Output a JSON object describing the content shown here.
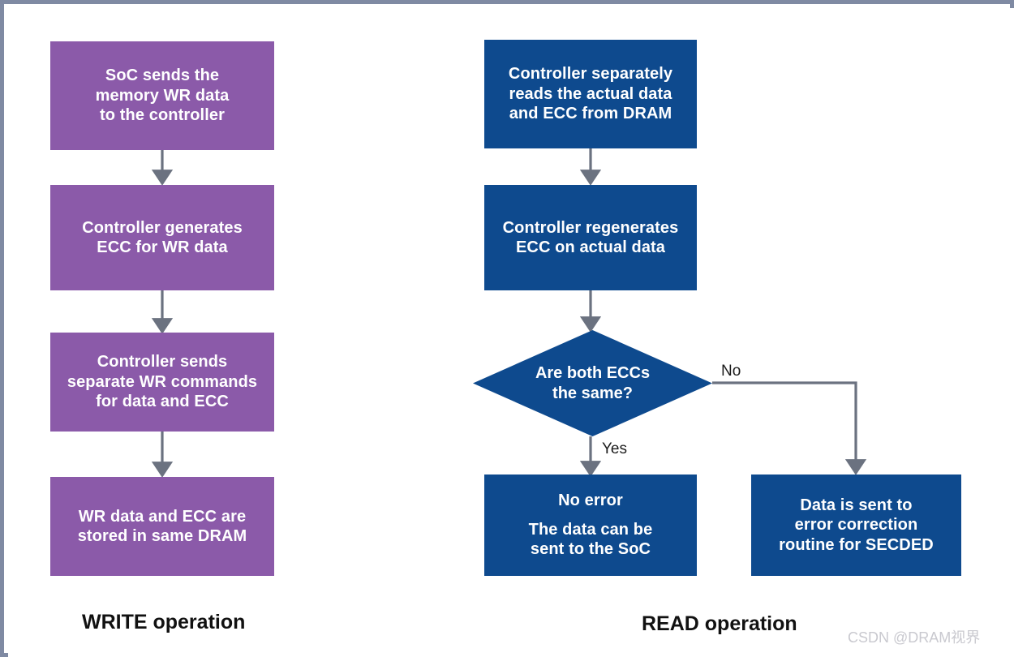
{
  "diagram": {
    "title_write": "WRITE operation",
    "title_read": "READ operation",
    "watermark": "CSDN @DRAM视界",
    "colors": {
      "write_node": "#8b5aa9",
      "read_node": "#0e4a8e",
      "connector": "#6b7280",
      "frame": "#7f8aa3",
      "node_text": "#ffffff",
      "label_text": "#1b1b1b",
      "watermark": "#c9c9cf",
      "background": "#ffffff"
    },
    "write_flow": {
      "node_1": {
        "lines": [
          "SoC sends the",
          "memory WR data",
          "to the controller"
        ]
      },
      "node_2": {
        "lines": [
          "Controller generates",
          "ECC for WR data"
        ]
      },
      "node_3": {
        "lines": [
          "Controller sends",
          "separate WR commands",
          "for data and ECC"
        ]
      },
      "node_4": {
        "lines": [
          "WR data and ECC are",
          "stored in same DRAM"
        ]
      }
    },
    "read_flow": {
      "node_1": {
        "lines": [
          "Controller separately",
          "reads the actual data",
          "and ECC from DRAM"
        ]
      },
      "node_2": {
        "lines": [
          "Controller regenerates",
          "ECC on actual data"
        ]
      },
      "decision": {
        "lines": [
          "Are both ECCs",
          "the same?"
        ]
      },
      "node_yes": {
        "lines": [
          "No error",
          "The data can be",
          "sent to the SoC"
        ]
      },
      "node_no": {
        "lines": [
          "Data is sent to",
          "error correction",
          "routine for SECDED"
        ]
      },
      "branch_yes_label": "Yes",
      "branch_no_label": "No"
    }
  }
}
